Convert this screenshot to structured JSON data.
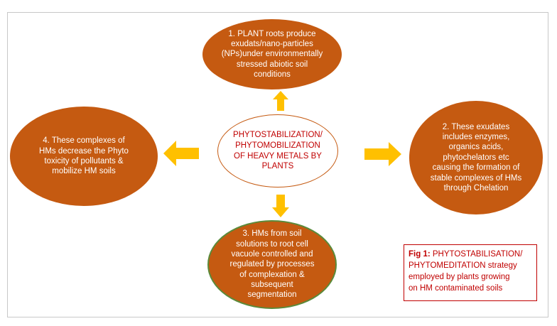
{
  "center": {
    "lines": [
      "PHYTOSTABILIZATION/",
      "PHYTOMOBILIZATION",
      "OF HEAVY METALS BY",
      "PLANTS"
    ]
  },
  "nodes": {
    "top": {
      "lines": [
        "1. PLANT roots produce",
        "exudats/nano-particles",
        "(NPs)under environmentally",
        "stressed abiotic soil",
        "conditions"
      ]
    },
    "right": {
      "lines": [
        "2. These exudates",
        "includes enzymes,",
        "organics acids,",
        "phytochelators etc",
        "causing the formation of",
        "stable complexes of HMs",
        "through Chelation"
      ]
    },
    "bottom": {
      "lines": [
        "3. HMs from soil",
        "solutions to root cell",
        "vacuole controlled and",
        "regulated by processes",
        "of complexation &",
        "subsequent",
        "segmentation"
      ]
    },
    "left": {
      "lines": [
        "4. These complexes of",
        "HMs decrease the Phyto",
        "toxicity of pollutants &",
        "mobilize HM soils"
      ]
    }
  },
  "caption": {
    "label": "Fig 1:",
    "line1_rest": " PHYTOSTABILISATION/",
    "line2": "PHYTOMEDITATION  strategy",
    "line3": "employed by plants growing",
    "line4": "on HM contaminated soils"
  },
  "colors": {
    "node_fill": "#c55a11",
    "arrow_fill": "#ffc000",
    "center_text": "#c00000",
    "caption_text": "#c00000",
    "bottom_border": "#5b8a3a"
  }
}
